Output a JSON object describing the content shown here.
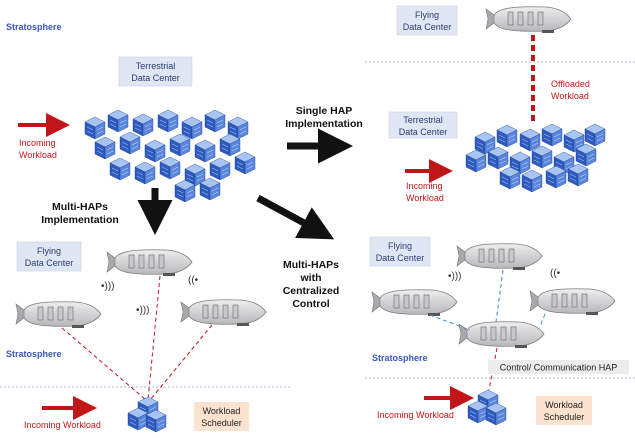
{
  "labels": {
    "stratosphere": "Stratosphere",
    "terrestrial_line1": "Terrestrial",
    "terrestrial_line2": "Data Center",
    "flying_line1": "Flying",
    "flying_line2": "Data Center",
    "incoming_line1": "Incoming",
    "incoming_line2": "Workload",
    "incoming_one_line": "Incoming Workload",
    "offloaded_line1": "Offloaded",
    "offloaded_line2": "Workload",
    "scheduler_line1": "Workload",
    "scheduler_line2": "Scheduler",
    "single_hap_line1": "Single HAP",
    "single_hap_line2": "Implementation",
    "multi_haps_line1": "Multi-HAPs",
    "multi_haps_line2": "Implementation",
    "centralized_line1": "Multi-HAPs",
    "centralized_line2": "with",
    "centralized_line3": "Centralized",
    "centralized_line4": "Control",
    "control_hap": "Control/ Communication HAP"
  },
  "colors": {
    "label_blue": "#3b56b8",
    "workload_red": "#c0161a",
    "box_fill": "#dfe6f4",
    "scheduler_fill": "#fbe3cf",
    "server_blue": "#3a6fd1",
    "hap_body": "#d4d4d6"
  }
}
